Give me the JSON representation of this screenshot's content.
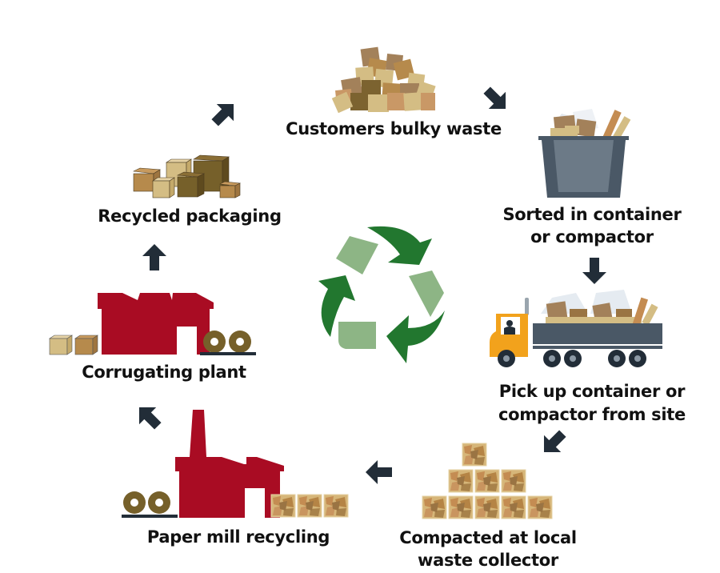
{
  "diagram": {
    "title": "Cardboard recycling cycle",
    "colors": {
      "arrow": "#222d38",
      "factory": "#a90c23",
      "recycle_dark": "#22772f",
      "recycle_light": "#8db585",
      "truck_cab": "#f2a21c",
      "container": "#6c7a87",
      "container_dark": "#4a5866",
      "roll": "#76602a"
    },
    "steps": [
      {
        "id": "customers-bulky-waste",
        "label": "Customers bulky waste",
        "icon": "cardboard-pile-icon"
      },
      {
        "id": "sorted-in-container",
        "label_line1": "Sorted in  container",
        "label_line2": "or compactor",
        "icon": "container-icon"
      },
      {
        "id": "pick-up-container",
        "label_line1": "Pick up container or",
        "label_line2": "compactor from site",
        "icon": "truck-icon"
      },
      {
        "id": "compacted-local",
        "label_line1": "Compacted at local",
        "label_line2": "waste collector",
        "icon": "bales-pyramid-icon"
      },
      {
        "id": "paper-mill",
        "label": "Paper mill recycling",
        "icon": "paper-mill-icon"
      },
      {
        "id": "corrugating-plant",
        "label": "Corrugating plant",
        "icon": "corrugating-plant-icon"
      },
      {
        "id": "recycled-packaging",
        "label": "Recycled packaging",
        "icon": "boxes-icon"
      }
    ],
    "center_icon": "recycle-icon"
  }
}
